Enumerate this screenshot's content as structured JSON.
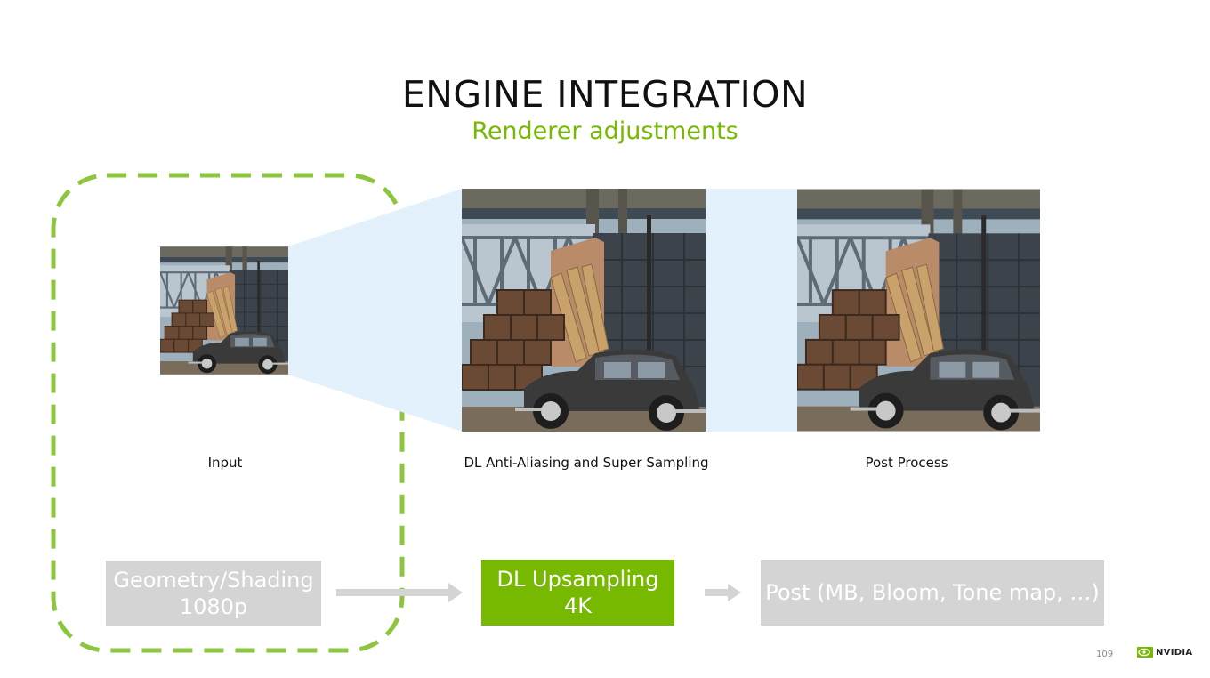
{
  "slide": {
    "title": "ENGINE INTEGRATION",
    "subtitle": "Renderer adjustments",
    "page_number": "109"
  },
  "colors": {
    "accent_green": "#76b900",
    "box_gray": "#d4d4d4",
    "projection_blue": "#e2f1fc"
  },
  "stages": [
    {
      "caption": "Input"
    },
    {
      "caption": "DL Anti-Aliasing and Super Sampling"
    },
    {
      "caption": "Post Process"
    }
  ],
  "pipeline": {
    "geometry": {
      "line1": "Geometry/Shading",
      "line2": "1080p"
    },
    "upsampling": {
      "line1": "DL Upsampling",
      "line2": "4K"
    },
    "post": {
      "label": "Post (MB, Bloom, Tone map, …)"
    }
  },
  "logo": {
    "text": "NVIDIA"
  }
}
